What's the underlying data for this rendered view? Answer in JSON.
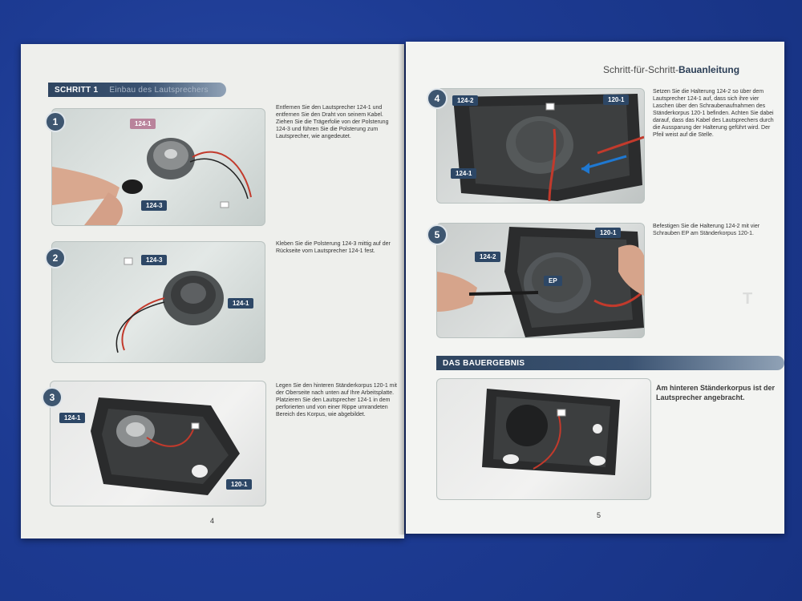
{
  "left_page": {
    "section": {
      "title": "SCHRITT 1",
      "subtitle": "Einbau des Lautsprechers"
    },
    "steps": [
      {
        "number": "1",
        "text": "Entfernen Sie den Lautsprecher 124-1 und entfernen Sie den Draht von seinem Kabel. Ziehen Sie die Trägerfolie von der Polsterung 124-3 und führen Sie die Polsterung zum Lautsprecher, wie angedeutet.",
        "tags": [
          "124-1",
          "124-3"
        ]
      },
      {
        "number": "2",
        "text": "Kleben Sie die Polsterung 124-3 mittig auf der Rückseite vom Lautsprecher 124-1 fest.",
        "tags": [
          "124-3",
          "124-1"
        ]
      },
      {
        "number": "3",
        "text": "Legen Sie den hinteren Ständerkorpus 120-1 mit der Oberseite nach unten auf Ihre Arbeitsplatte. Platzieren Sie den Lautsprecher 124-1 in dem perforierten und von einer Rippe umrandeten Bereich des Korpus, wie abgebildet.",
        "tags": [
          "124-1",
          "120-1"
        ]
      }
    ],
    "page_number": "4"
  },
  "right_page": {
    "header_prefix": "Schritt-für-Schritt-",
    "header_bold": "Bauanleitung",
    "steps": [
      {
        "number": "4",
        "text": "Setzen Sie die Halterung 124-2 so über dem Lautsprecher 124-1 auf, dass sich ihre vier Laschen über den Schraubenaufnahmen des Ständerkorpus 120-1 befinden. Achten Sie dabei darauf, dass das Kabel des Lautsprechers durch die Aussparung der Halterung geführt wird. Der Pfeil weist auf die Stelle.",
        "tags": [
          "124-2",
          "120-1",
          "124-1"
        ]
      },
      {
        "number": "5",
        "text": "Befestigen Sie die Halterung 124-2 mit vier Schrauben EP am Ständerkorpus 120-1.",
        "tags": [
          "124-2",
          "120-1",
          "EP"
        ]
      }
    ],
    "result_section": {
      "title": "DAS BAUERGEBNIS"
    },
    "result_text": "Am hinteren Ständerkorpus ist der Lautsprecher angebracht.",
    "page_number": "5"
  },
  "colors": {
    "background": "#1f3f98",
    "section_bar": "#3a5271",
    "tag": "#2d4766",
    "tag_pink": "#b9839b"
  }
}
